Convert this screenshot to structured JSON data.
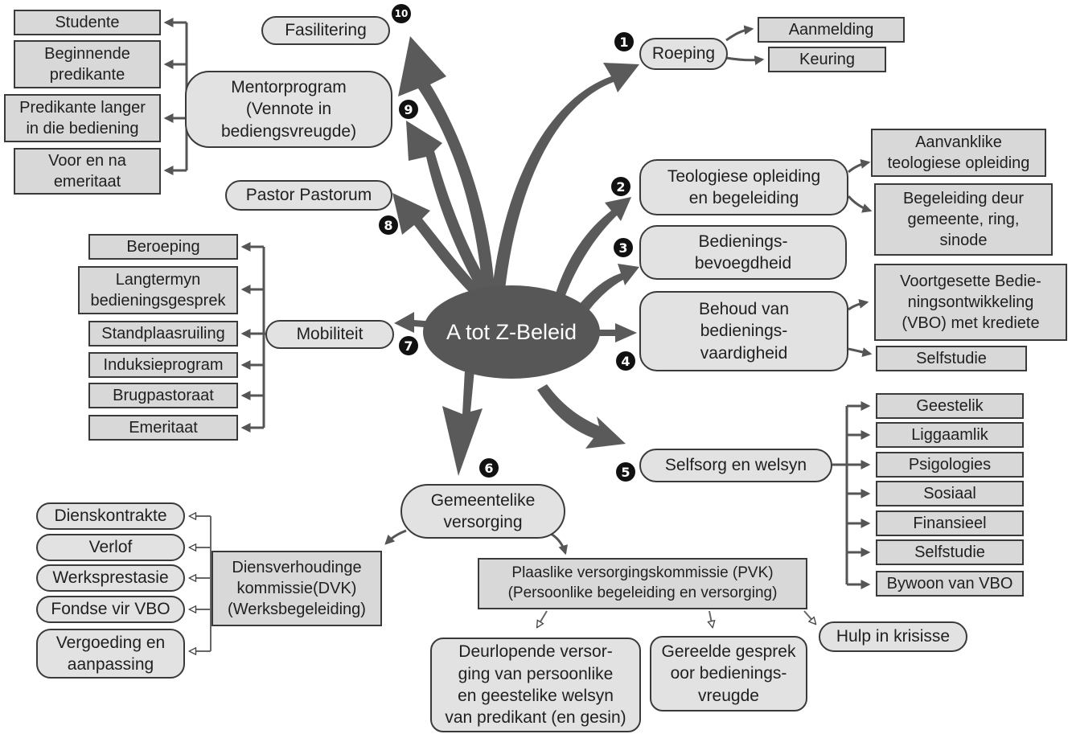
{
  "center": "A tot Z-Beleid",
  "numbers": [
    "1",
    "2",
    "3",
    "4",
    "5",
    "6",
    "7",
    "8",
    "9",
    "10"
  ],
  "topic_1": {
    "title": "Roeping",
    "items": [
      "Aanmelding",
      "Keuring"
    ]
  },
  "topic_2": {
    "title": "Teologiese opleiding\nen begeleiding",
    "items": [
      "Aanvanklike\nteologiese opleiding",
      "Begeleiding deur\ngemeente, ring,\nsinode"
    ]
  },
  "topic_3": {
    "title": "Bedienings-\nbevoegdheid"
  },
  "topic_4": {
    "title": "Behoud van\nbedienings-\nvaardigheid",
    "items": [
      "Voortgesette Bedie-\nningsontwikkeling\n(VBO) met krediete",
      "Selfstudie"
    ]
  },
  "topic_5": {
    "title": "Selfsorg en welsyn",
    "items": [
      "Geestelik",
      "Liggaamlik",
      "Psigologies",
      "Sosiaal",
      "Finansieel",
      "Selfstudie",
      "Bywoon van VBO"
    ]
  },
  "topic_6": {
    "title": "Gemeentelike\nversorging",
    "dvk": {
      "title": "Diensverhoudinge\nkommissie(DVK)\n(Werksbegeleiding)",
      "items": [
        "Dienskontrakte",
        "Verlof",
        "Werksprestasie",
        "Fondse vir VBO",
        "Vergoeding en\naanpassing"
      ]
    },
    "pvk": {
      "title": "Plaaslike versorgingskommissie (PVK)\n(Persoonlike begeleiding en versorging)",
      "items": [
        "Deurlopende versor-\nging van persoonlike\nen geestelike welsyn\nvan predikant (en gesin)",
        "Gereelde gesprek\noor bedienings-\nvreugde",
        "Hulp in krisisse"
      ]
    }
  },
  "topic_7": {
    "title": "Mobiliteit",
    "items": [
      "Beroeping",
      "Langtermyn\nbedieningsgesprek",
      "Standplaasruiling",
      "Induksieprogram",
      "Brugpastoraat",
      "Emeritaat"
    ]
  },
  "topic_8": {
    "title": "Pastor Pastorum"
  },
  "topic_9": {
    "title": "Mentorprogram\n(Vennote in\nbediengsvreugde)",
    "items": [
      "Studente",
      "Beginnende\npredikante",
      "Predikante langer\nin die bediening",
      "Voor en na\nemeritaat"
    ]
  },
  "topic_10": {
    "title": "Fasilitering"
  },
  "colors": {
    "arrow": "#5a5a5a",
    "hub": "#575757",
    "box": "#d8d8d8",
    "pill": "#e2e2e2",
    "border": "#3a3a3a"
  }
}
